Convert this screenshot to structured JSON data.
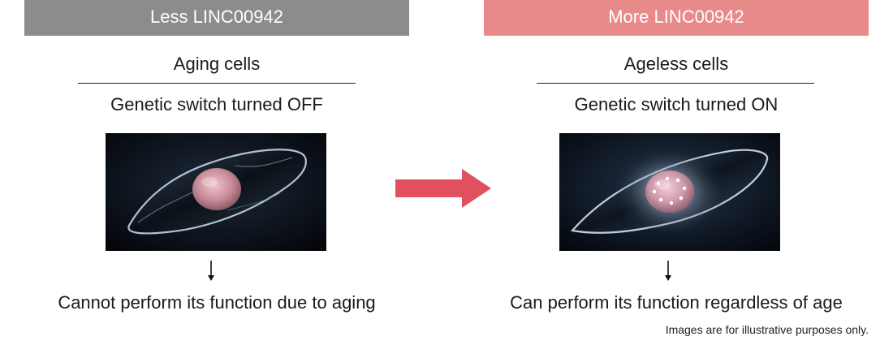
{
  "left": {
    "header": "Less LINC00942",
    "title": "Aging cells",
    "subtitle": "Genetic switch turned OFF",
    "result": "Cannot perform its function due to aging",
    "image_icon": "aging-cell-image"
  },
  "right": {
    "header": "More LINC00942",
    "title": "Ageless cells",
    "subtitle": "Genetic switch turned ON",
    "result": "Can perform its function regardless of age",
    "image_icon": "ageless-cell-image"
  },
  "colors": {
    "left_header": "#8c8c8c",
    "right_header": "#e88a8a",
    "arrow": "#e0505f"
  },
  "disclaimer": "Images are for illustrative purposes only."
}
